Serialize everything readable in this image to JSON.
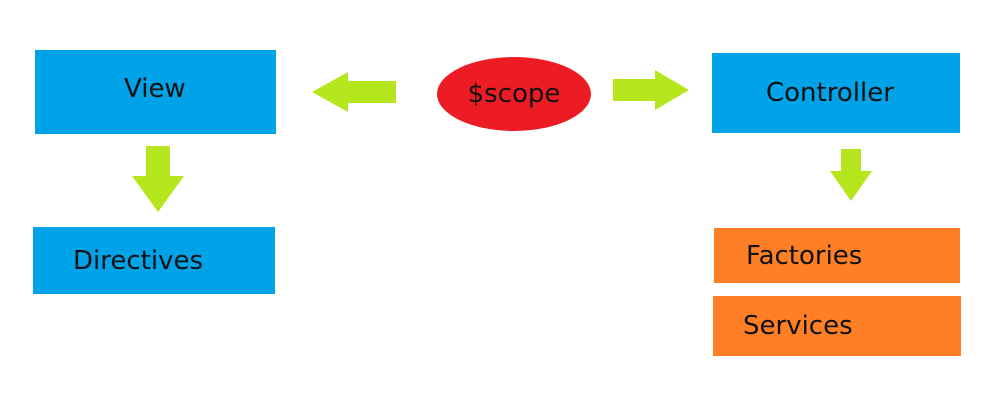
{
  "nodes": {
    "view": "View",
    "directives": "Directives",
    "scope": "$scope",
    "controller": "Controller",
    "factories": "Factories",
    "services": "Services"
  },
  "colors": {
    "component_box": "#00a2e8",
    "provider_box": "#ff7f27",
    "scope_ellipse": "#ed1c24",
    "arrow": "#b5e61d"
  },
  "edges": [
    {
      "from": "$scope",
      "to": "View"
    },
    {
      "from": "$scope",
      "to": "Controller"
    },
    {
      "from": "View",
      "to": "Directives"
    },
    {
      "from": "Controller",
      "to": "Factories"
    }
  ]
}
